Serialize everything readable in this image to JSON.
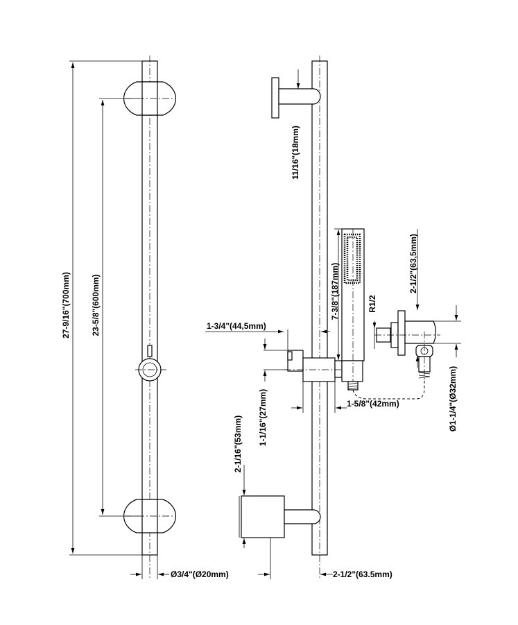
{
  "dimensions": {
    "overall_length": "27-9/16\"(700mm)",
    "bracket_spacing": "23-5/8\"(600mm)",
    "bar_diameter": "Ø3/4\"(Ø20mm)",
    "top_arm": "11/16\"(18mm)",
    "handshower_length": "7-3/8\"(187mm)",
    "outlet_height": "2-1/2\"(63,5mm)",
    "thread": "R1/2",
    "holder_offset": "1-3/4\"(44,5mm)",
    "slider_width": "1-5/8\"(42mm)",
    "holder_height": "1-1/16\"(27mm)",
    "bracket_height": "2-1/16\"(53mm)",
    "outlet_diameter": "Ø1-1/4\"(Ø32mm)",
    "wall_projection": "2-1/2\"(63.5mm)"
  }
}
